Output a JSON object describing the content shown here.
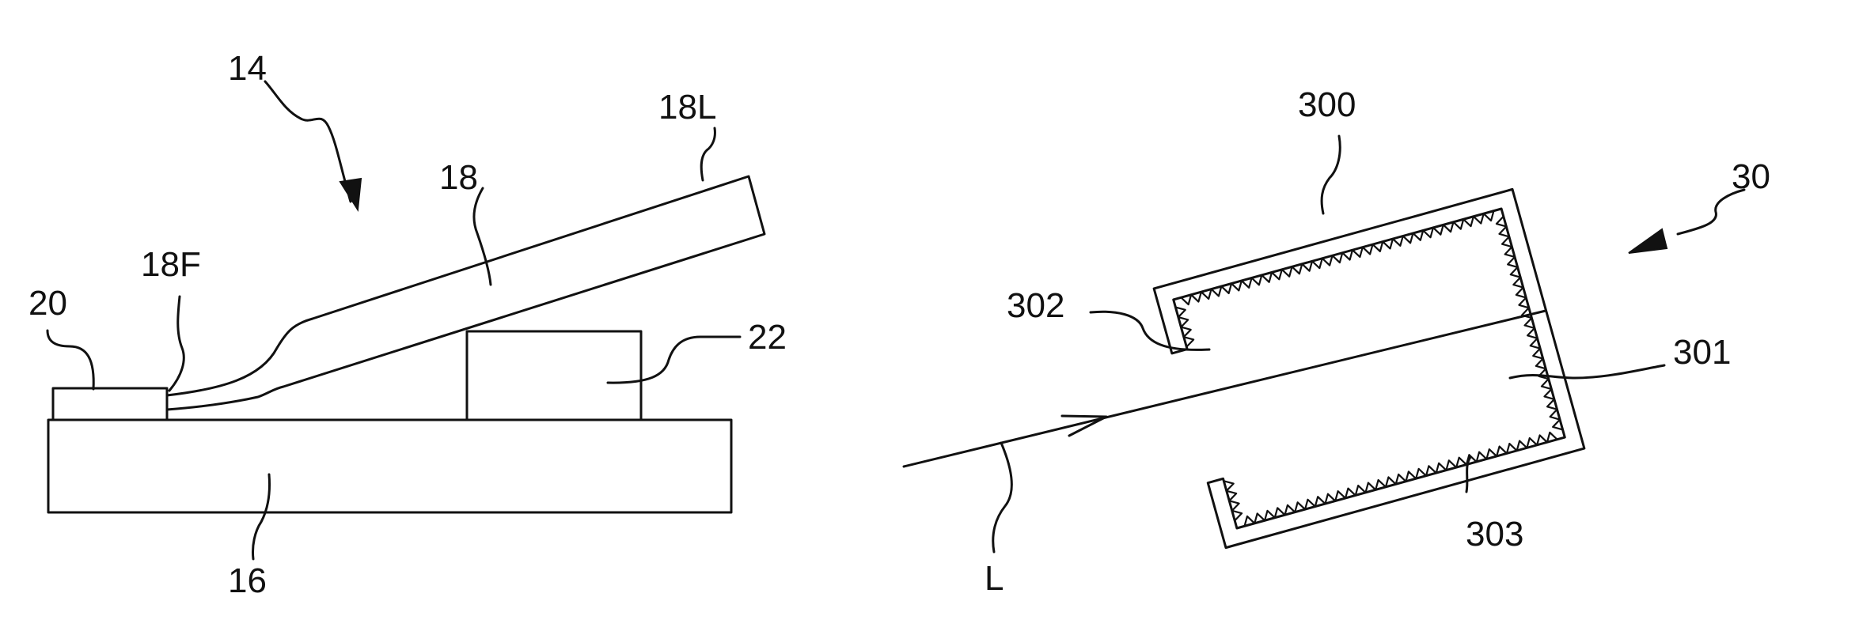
{
  "figure_left": {
    "labels": {
      "assembly": "14",
      "fiber": "18",
      "fiber_far_end": "18L",
      "fiber_front_end": "18F",
      "laser": "20",
      "support": "22",
      "substrate": "16"
    }
  },
  "figure_right": {
    "labels": {
      "device": "30",
      "housing": "300",
      "cavity": "301",
      "opening": "302",
      "absorber": "303",
      "light": "L"
    }
  }
}
